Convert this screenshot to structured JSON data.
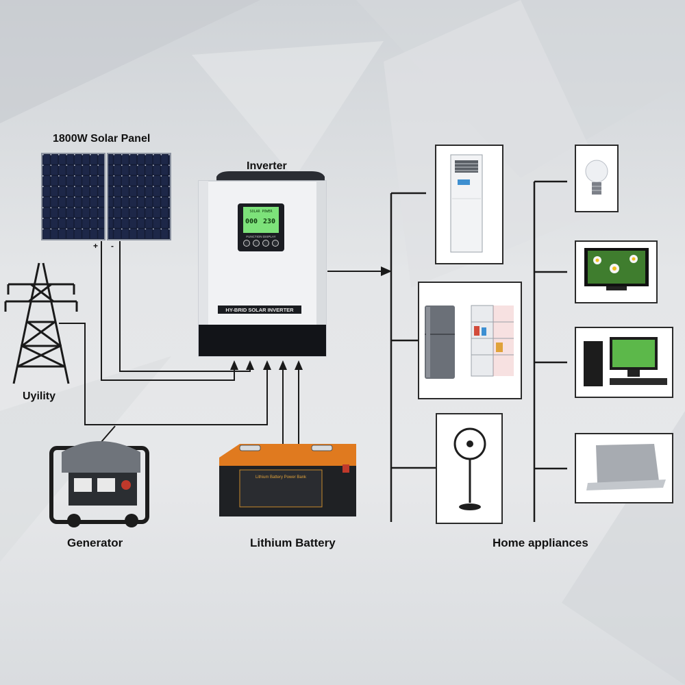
{
  "labels": {
    "solar_panel": "1800W Solar Panel",
    "inverter": "Inverter",
    "utility": "Uyility",
    "generator": "Generator",
    "battery": "Lithium Battery",
    "home_appliances": "Home appliances"
  },
  "inverter_panel": {
    "brand_strip": "HY-BRID SOLAR INVERTER",
    "screen_top": "SOLAR POWER",
    "screen_value_left": "000",
    "screen_value_right": "230",
    "button_strip": "FUNCTION DISPLAY"
  },
  "battery_panel": {
    "front_label": "Lithium Battery Power Bank"
  },
  "panel_terminals": {
    "plus": "+",
    "minus": "-"
  },
  "colors": {
    "line": "#1a1a1a",
    "battery_orange": "#e07a1f",
    "inverter_body": "#f1f2f4",
    "solar_cell": "#141b33",
    "screen_green": "#7de27a"
  }
}
